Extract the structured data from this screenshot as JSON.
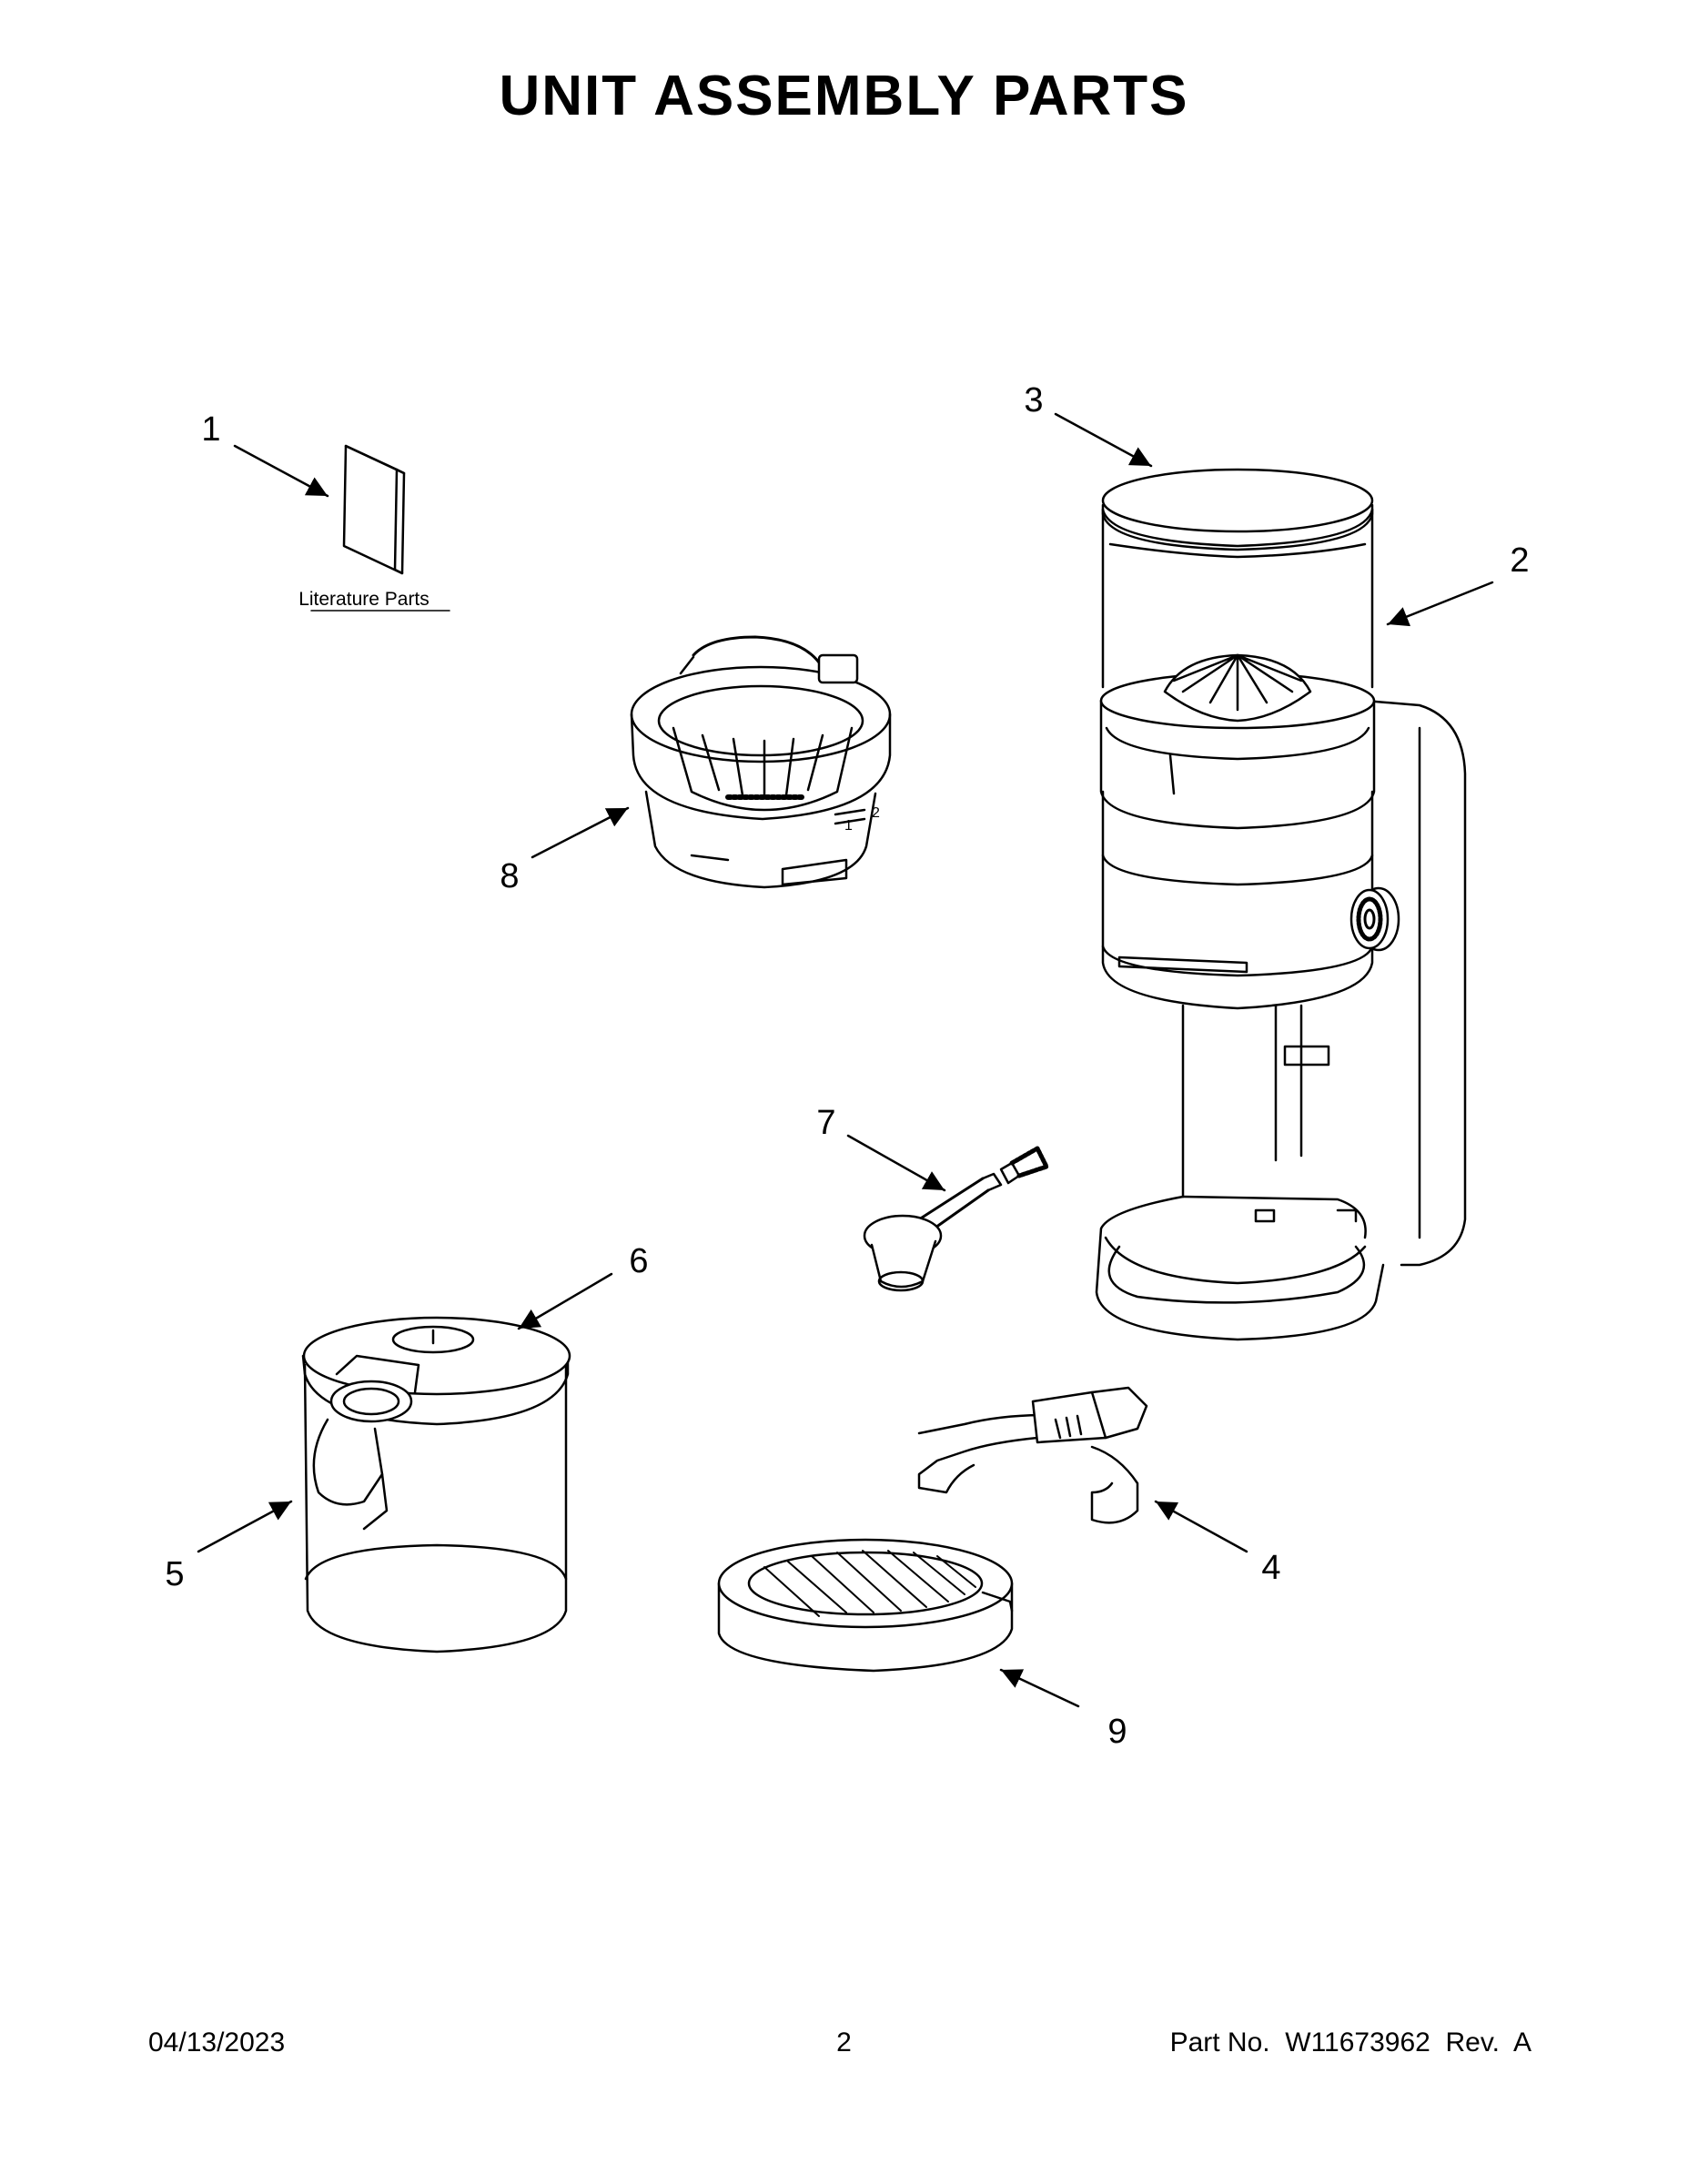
{
  "page": {
    "title": "UNIT ASSEMBLY PARTS",
    "footer": {
      "date": "04/13/2023",
      "page_number": "2",
      "part_number": "Part No.  W11673962  Rev.  A"
    }
  },
  "callouts": [
    {
      "id": "1",
      "label": "1"
    },
    {
      "id": "2",
      "label": "2"
    },
    {
      "id": "3",
      "label": "3"
    },
    {
      "id": "4",
      "label": "4"
    },
    {
      "id": "5",
      "label": "5"
    },
    {
      "id": "6",
      "label": "6"
    },
    {
      "id": "7",
      "label": "7"
    },
    {
      "id": "8",
      "label": "8"
    },
    {
      "id": "9",
      "label": "9"
    }
  ],
  "literature": {
    "label": "Literature Parts"
  },
  "burr_ring_marks": [
    "1",
    "2"
  ]
}
